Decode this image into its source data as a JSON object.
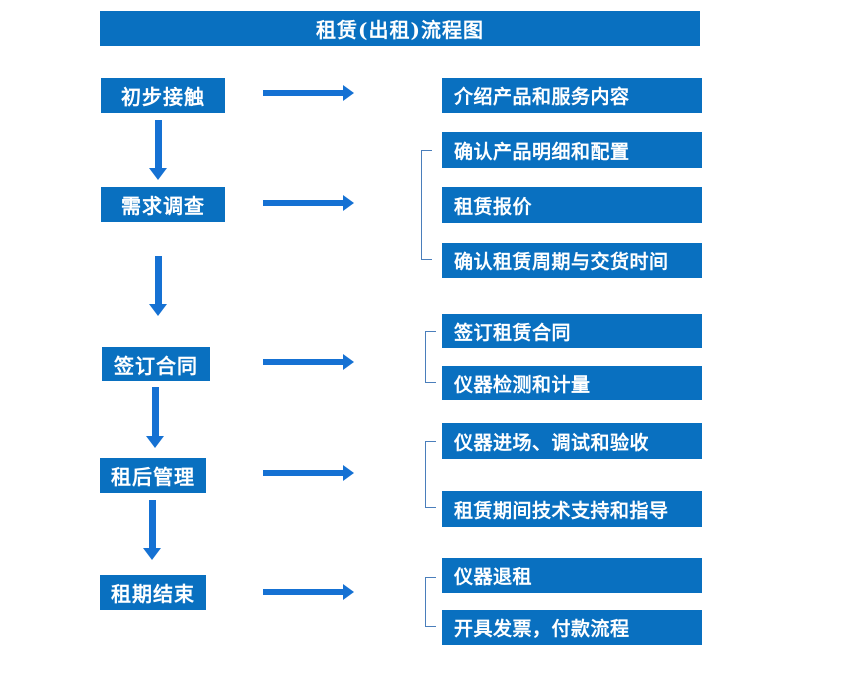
{
  "title": "租赁(出租)流程图",
  "colors": {
    "box_blue": "#0970c0",
    "arrow_blue": "#1571d3",
    "bracket_blue": "#4a7ebb",
    "text_white": "#ffffff"
  },
  "steps": [
    {
      "label": "初步接触",
      "details": [
        "介绍产品和服务内容"
      ]
    },
    {
      "label": "需求调查",
      "details": [
        "确认产品明细和配置",
        "租赁报价",
        "确认租赁周期与交货时间"
      ]
    },
    {
      "label": "签订合同",
      "details": [
        "签订租赁合同",
        "仪器检测和计量"
      ]
    },
    {
      "label": "租后管理",
      "details": [
        "仪器进场、调试和验收",
        "租赁期间技术支持和指导"
      ]
    },
    {
      "label": "租期结束",
      "details": [
        "仪器退租",
        "开具发票，付款流程"
      ]
    }
  ]
}
